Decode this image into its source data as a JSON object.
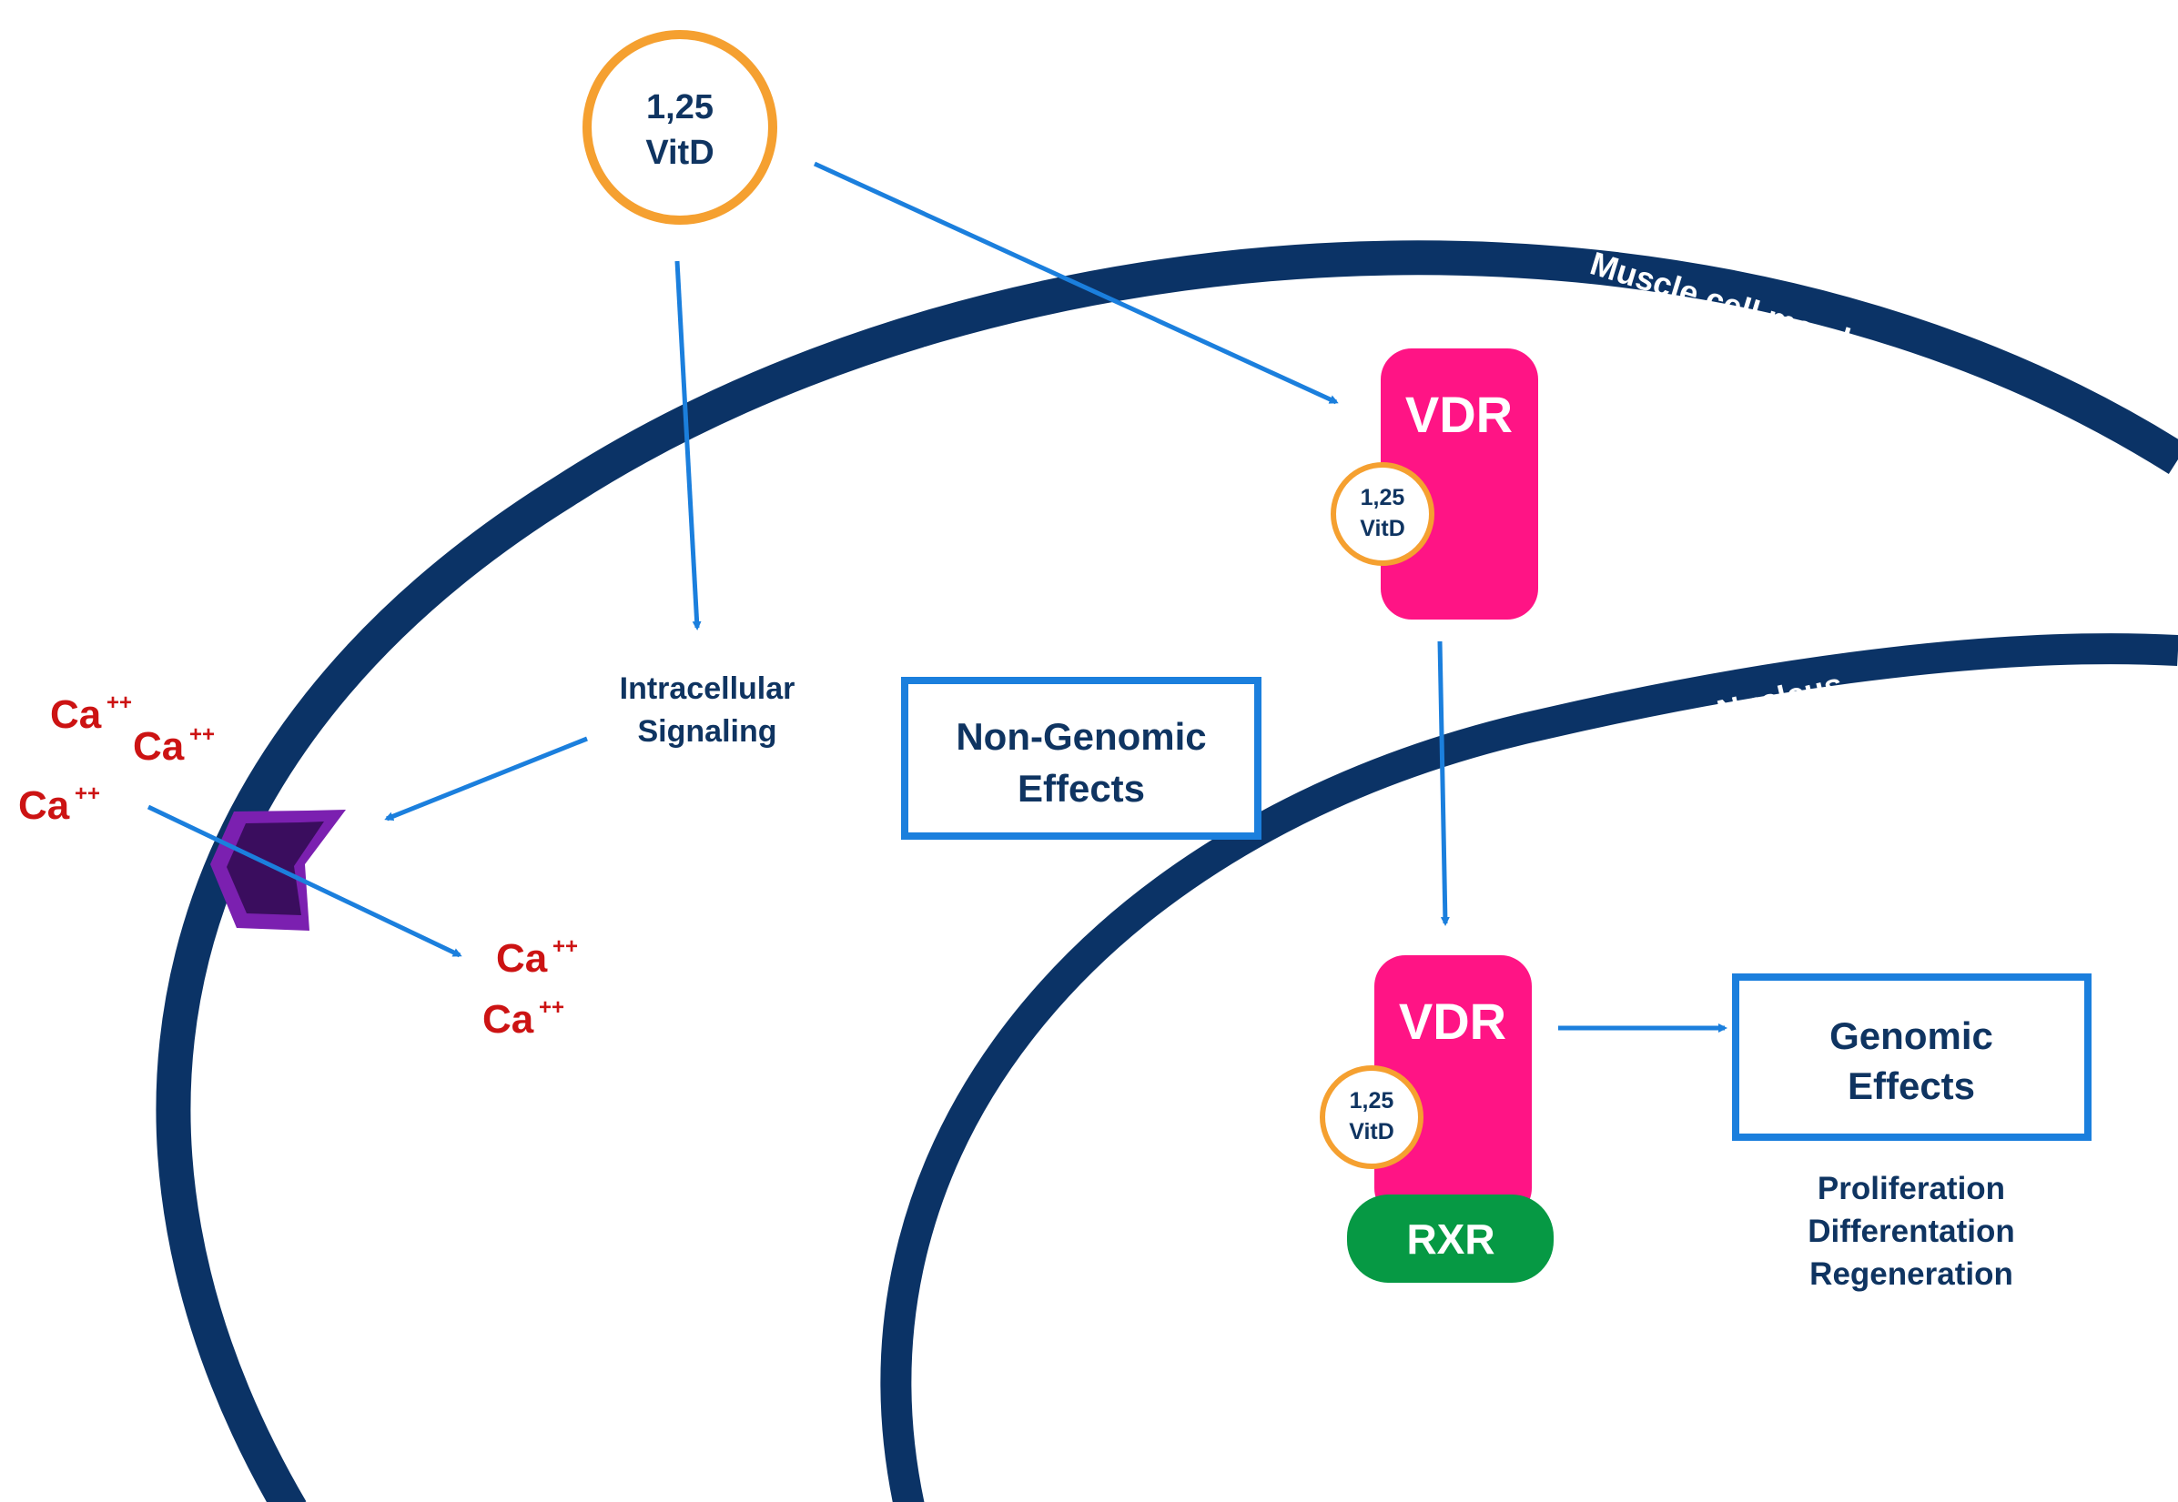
{
  "colors": {
    "membrane": "#0b3366",
    "arrow": "#1b7fdd",
    "vitd_ring": "#f5a030",
    "vdr": "#ff1485",
    "rxr": "#069944",
    "channel_outer": "#7b20b0",
    "channel_inner": "#3a0d5e",
    "calcium": "#cc1313",
    "text_dark": "#0f3461"
  },
  "labels": {
    "vitd_main": [
      "1,25",
      "VitD"
    ],
    "membrane": "Muscle cell membrane",
    "nucleus": "Nucleus",
    "vdr_cytoplasm": "VDR",
    "vdr_cytoplasm_ligand": [
      "1,25",
      "VitD"
    ],
    "vdr_nucleus": "VDR",
    "vdr_nucleus_ligand": [
      "1,25",
      "VitD"
    ],
    "rxr": "RXR",
    "intracellular_signaling": [
      "Intracellular",
      "Signaling"
    ],
    "non_genomic_effects": [
      "Non-Genomic",
      "Effects"
    ],
    "genomic_effects": [
      "Genomic",
      "Effects"
    ],
    "genomic_outcomes": [
      "Proliferation",
      "Differentation",
      "Regeneration"
    ],
    "calcium_ion": "Ca",
    "calcium_charge": "++"
  }
}
